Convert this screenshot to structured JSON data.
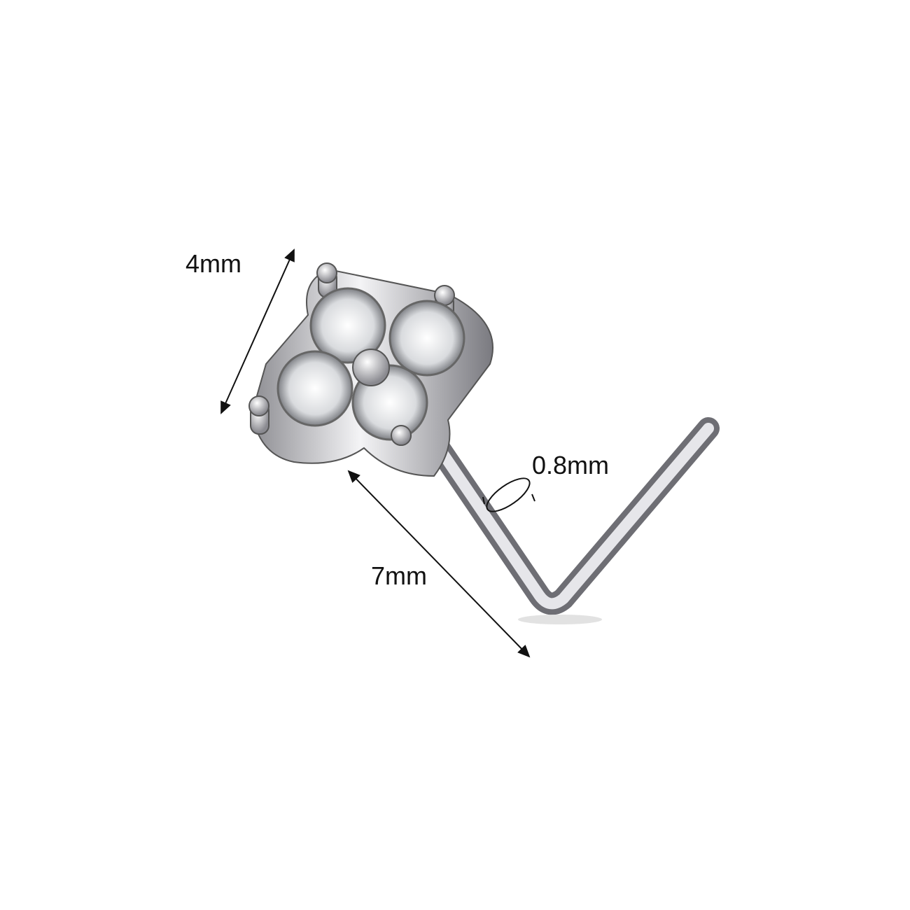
{
  "dimensions": {
    "height_label": "4mm",
    "gauge_label": "0.8mm",
    "length_label": "7mm"
  },
  "product": {
    "stone_count": 4,
    "metal_color": "#c8c8cc",
    "stone_color": "#eef0f2",
    "annotation_color": "#111111"
  }
}
